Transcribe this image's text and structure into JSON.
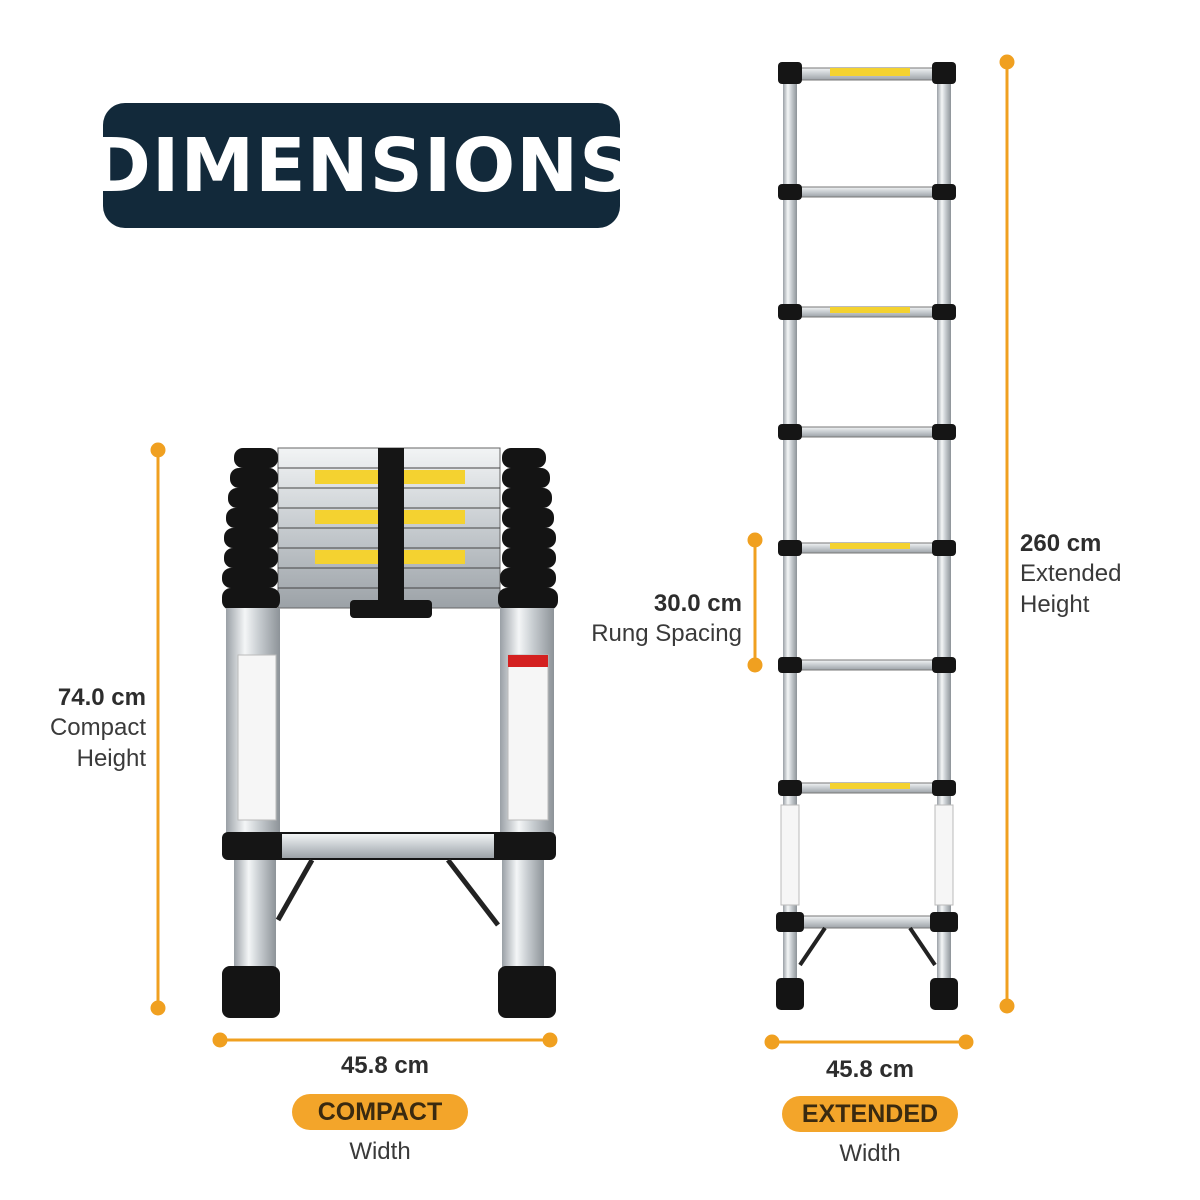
{
  "title": "DIMENSIONS",
  "colors": {
    "badge": "#12293a",
    "accent": "#f0a020",
    "metal": "#d9dde0",
    "black": "#111111",
    "label_yellow": "#f4d230"
  },
  "compact": {
    "height_value": "74.0 cm",
    "height_caption_1": "Compact",
    "height_caption_2": "Height",
    "width_value": "45.8 cm",
    "pill_label": "COMPACT",
    "pill_caption": "Width"
  },
  "extended": {
    "rung_value": "30.0 cm",
    "rung_caption": "Rung Spacing",
    "height_value": "260 cm",
    "height_caption_1": "Extended",
    "height_caption_2": "Height",
    "width_value": "45.8 cm",
    "pill_label": "EXTENDED",
    "pill_caption": "Width"
  },
  "icons": {
    "compact_ladder": "telescopic-ladder-collapsed",
    "extended_ladder": "telescopic-ladder-extended"
  }
}
